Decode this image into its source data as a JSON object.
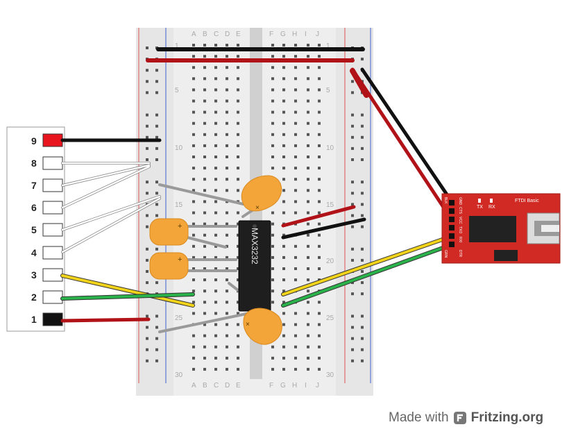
{
  "breadboard": {
    "columns_left": [
      "A",
      "B",
      "C",
      "D",
      "E"
    ],
    "columns_right": [
      "F",
      "G",
      "H",
      "I",
      "J"
    ],
    "row_numbers": [
      "1",
      "5",
      "10",
      "15",
      "20",
      "25",
      "30"
    ]
  },
  "connector": {
    "pins": [
      "9",
      "8",
      "7",
      "6",
      "5",
      "4",
      "3",
      "2",
      "1"
    ]
  },
  "chip": {
    "label": "MAX3232"
  },
  "ftdi": {
    "title": "FTDI Basic",
    "tx": "TX",
    "rx": "RX",
    "pins": [
      "BLK",
      "GND",
      "CTS",
      "VCC",
      "TXO",
      "RXI",
      "DTR",
      "GRN"
    ]
  },
  "credit": {
    "prefix": "Made with",
    "brand": "Fritzing.org"
  },
  "colors": {
    "wire_black": "#222222",
    "wire_red": "#c8161d",
    "wire_yellow": "#f2d31b",
    "wire_green": "#2bb34b",
    "wire_white": "#ffffff",
    "capacitor": "#f3a53a",
    "board": "#ececec",
    "ftdi": "#d12a24"
  }
}
